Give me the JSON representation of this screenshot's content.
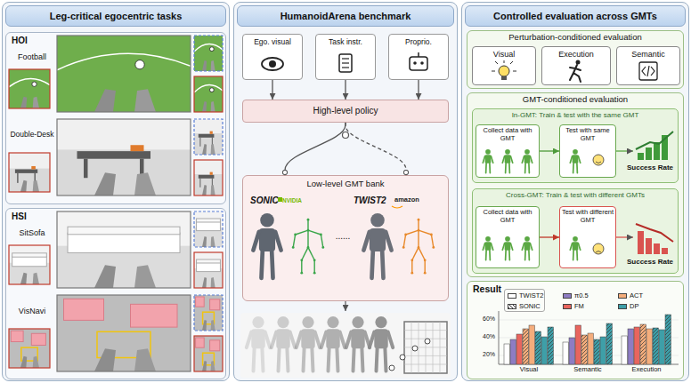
{
  "diagram": {
    "nodes": [
      {
        "text": [
          "Leg-critical egocentric tasks"
        ]
      },
      {
        "text": [
          "HOI",
          "Football",
          "Double-Desk"
        ],
        "in": 0
      },
      {
        "text": [
          "HSI",
          "SitSofa",
          "VisNavi"
        ],
        "in": 0
      },
      {
        "text": [
          "HumanoidArena benchmark"
        ]
      },
      {
        "text": [
          "Ego. visual"
        ],
        "in": 3
      },
      {
        "text": [
          "Task instr."
        ],
        "in": 3
      },
      {
        "text": [
          "Proprio."
        ],
        "in": 3
      },
      {
        "text": [
          "High-level policy"
        ],
        "in": 3
      },
      {
        "text": [
          "Low-level GMT bank",
          "SONIC",
          "NVIDIA",
          "......",
          "TWIST2",
          "amazon"
        ],
        "in": 3
      },
      {
        "text": [
          "Controlled evaluation across GMTs"
        ]
      },
      {
        "text": [
          "Perturbation-conditioned evaluation"
        ],
        "in": 9
      },
      {
        "text": [
          "Visual"
        ],
        "in": 10
      },
      {
        "text": [
          "Execution"
        ],
        "in": 10
      },
      {
        "text": [
          "Semantic"
        ],
        "in": 10
      },
      {
        "text": [
          "GMT-conditioned evaluation"
        ],
        "in": 9
      },
      {
        "text": [
          "In-GMT: Train & test with the same GMT"
        ],
        "in": 14
      },
      {
        "text": [
          "Collect data with GMT"
        ],
        "in": 15
      },
      {
        "text": [
          "Test with same GMT"
        ],
        "in": 15
      },
      {
        "text": [
          "Cross-GMT: Train & test with different GMTs"
        ],
        "in": 14
      },
      {
        "text": [
          "Collect data with GMT"
        ],
        "in": 18
      },
      {
        "text": [
          "Test with different GMT"
        ],
        "in": 18
      },
      {
        "text": [
          "Result"
        ],
        "in": 9
      }
    ],
    "edges": [
      {
        "from": 4,
        "to": 7,
        "arrow": "to"
      },
      {
        "from": 5,
        "to": 7,
        "arrow": "to"
      },
      {
        "from": 6,
        "to": 7,
        "arrow": "to"
      },
      {
        "from": 7,
        "to": 8,
        "arrow": "none"
      },
      {
        "from": 7,
        "to": 8,
        "arrow": "none"
      },
      {
        "from": 16,
        "to": 17,
        "arrow": "to"
      },
      {
        "from": 19,
        "to": 20,
        "arrow": "to"
      }
    ],
    "labels": [
      "Success Rate",
      "Success Rate",
      "60%",
      "40%",
      "20%",
      "Visual",
      "Semantic",
      "Execution"
    ],
    "legend": [
      {
        "text": "TWIST2",
        "color": "#ffffff"
      },
      {
        "text": "SONIC"
      },
      {
        "text": "π0.5",
        "color": "#8e7cc3"
      },
      {
        "text": "FM",
        "color": "#e8655e"
      },
      {
        "text": "ACT",
        "color": "#f4ad7c"
      },
      {
        "text": "DP",
        "color": "#3e9fa8"
      }
    ]
  }
}
